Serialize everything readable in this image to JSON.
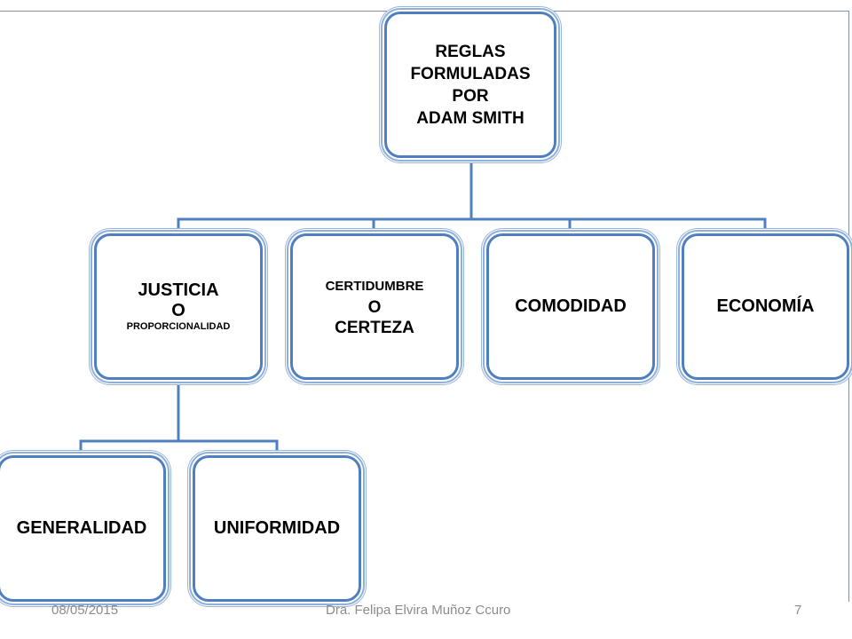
{
  "colors": {
    "node_border": "#4f7fc0",
    "connector": "#4f7fc0",
    "footer_text": "#8c8c8c"
  },
  "diagram": {
    "root": {
      "lines": [
        "REGLAS",
        "FORMULADAS",
        "POR",
        "ADAM SMITH"
      ]
    },
    "children": [
      {
        "id": "justicia",
        "lines": [
          "JUSTICIA",
          "O",
          "PROPORCIONALIDAD"
        ]
      },
      {
        "id": "certeza",
        "lines": [
          "CERTIDUMBRE",
          "O",
          "CERTEZA"
        ]
      },
      {
        "id": "comodidad",
        "lines": [
          "COMODIDAD"
        ]
      },
      {
        "id": "economia",
        "lines": [
          "ECONOMÍA"
        ]
      }
    ],
    "grandchildren": [
      {
        "parent": "justicia",
        "id": "generalidad",
        "lines": [
          "GENERALIDAD"
        ]
      },
      {
        "parent": "justicia",
        "id": "uniformidad",
        "lines": [
          "UNIFORMIDAD"
        ]
      }
    ]
  },
  "footer": {
    "date": "08/05/2015",
    "author": "Dra. Felipa Elvira Muñoz Ccuro",
    "page": "7"
  }
}
